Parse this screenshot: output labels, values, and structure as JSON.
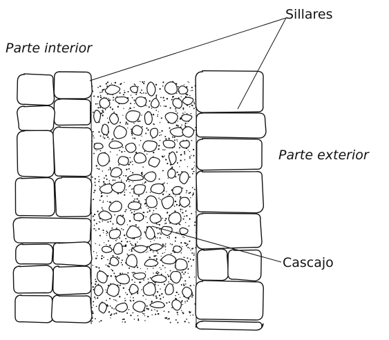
{
  "labels": {
    "sillares": "Sillares",
    "parte_interior": "Parte interior",
    "parte_exterior": "Parte exterior",
    "cascajo": "Cascajo"
  },
  "colors": {
    "stroke": "#111111",
    "fill": "#ffffff",
    "dots": "#111111"
  }
}
